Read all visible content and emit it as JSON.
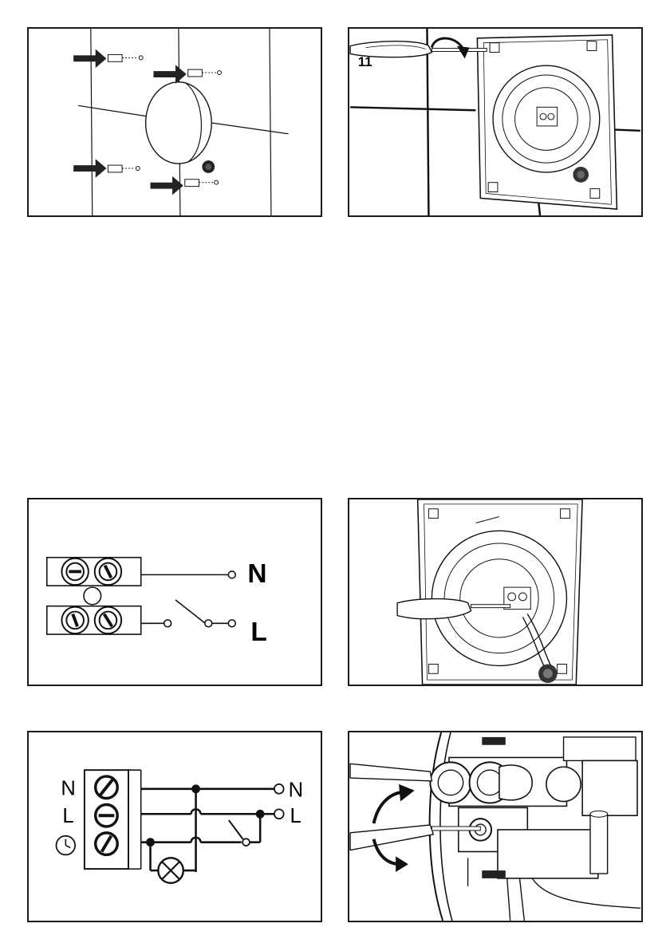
{
  "panels": {
    "drill_holes": {
      "arrow_count": 4
    },
    "mount_screw": {
      "step_number": "11"
    },
    "wiring_switch": {
      "terminal_n": "N",
      "terminal_l": "L"
    },
    "wiring_lamp": {
      "left_n": "N",
      "left_l": "L",
      "right_n": "N",
      "right_l": "L",
      "timer_symbol": "clock-icon"
    },
    "connect_wires": {},
    "timer_adjust": {}
  }
}
